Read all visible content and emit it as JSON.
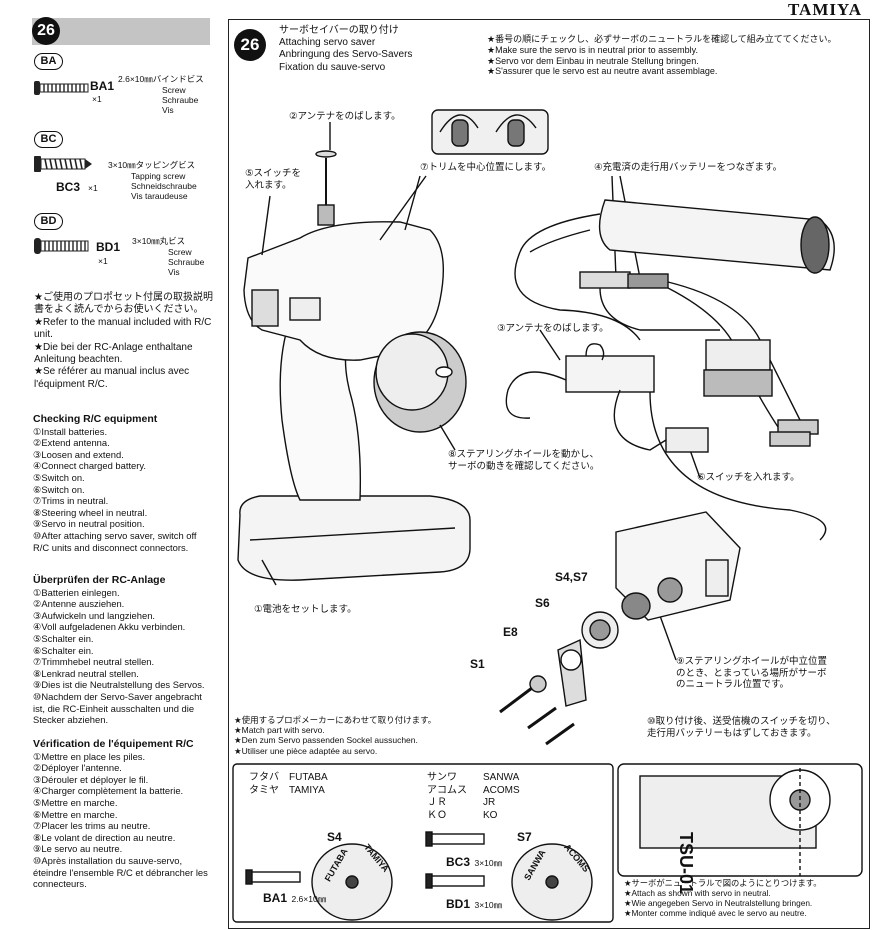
{
  "brand": "TAMIYA",
  "left": {
    "step": "26",
    "parts": [
      {
        "tag": "BA",
        "code": "BA1",
        "qty": "×1",
        "spec": "2.6×10㎜バインドビス",
        "names": [
          "Screw",
          "Schraube",
          "Vis"
        ]
      },
      {
        "tag": "BC",
        "code": "BC3",
        "qty": "×1",
        "spec": "3×10㎜タッピングビス",
        "names": [
          "Tapping screw",
          "Schneidschraube",
          "Vis taraudeuse"
        ]
      },
      {
        "tag": "BD",
        "code": "BD1",
        "qty": "×1",
        "spec": "3×10㎜丸ビス",
        "names": [
          "Screw",
          "Schraube",
          "Vis"
        ]
      }
    ],
    "notes": [
      "★ご使用のプロポセット付属の取扱説明書をよく読んでからお使いください。",
      "★Refer to the manual included with R/C unit.",
      "★Die bei der RC-Anlage enthaltane Anleitung beachten.",
      "★Se référer au manual inclus avec l'équipment R/C."
    ],
    "checks": [
      {
        "title": "Checking R/C equipment",
        "items": [
          "①Install batteries.",
          "②Extend antenna.",
          "③Loosen and extend.",
          "④Connect charged battery.",
          "⑤Switch on.",
          "⑥Switch on.",
          "⑦Trims in neutral.",
          "⑧Steering wheel in neutral.",
          "⑨Servo in neutral position.",
          "⑩After attaching servo saver, switch off R/C units and disconnect connectors."
        ]
      },
      {
        "title": "Überprüfen der RC-Anlage",
        "items": [
          "①Batterien einlegen.",
          "②Antenne ausziehen.",
          "③Aufwickeln und langziehen.",
          "④Voll aufgeladenen Akku verbinden.",
          "⑤Schalter ein.",
          "⑥Schalter ein.",
          "⑦Trimmhebel neutral stellen.",
          "⑧Lenkrad neutral stellen.",
          "⑨Dies ist die Neutralstellung des Servos.",
          "⑩Nachdem der Servo-Saver angebracht ist, die RC-Einheit ausschalten und die Stecker abziehen."
        ]
      },
      {
        "title": "Vérification de l'équipement R/C",
        "items": [
          "①Mettre en place les piles.",
          "②Déployer l'antenne.",
          "③Dérouler et déployer le fil.",
          "④Charger complètement la batterie.",
          "⑤Mettre en marche.",
          "⑥Mettre en marche.",
          "⑦Placer les trims au neutre.",
          "⑧Le volant de direction au neutre.",
          "⑨Le servo au neutre.",
          "⑩Après installation du sauve-servo, éteindre l'ensemble R/C et débrancher les connecteurs."
        ]
      }
    ]
  },
  "main": {
    "step": "26",
    "titles": [
      "サーボセイバーの取り付け",
      "Attaching servo saver",
      "Anbringung des Servo-Savers",
      "Fixation du sauve-servo"
    ],
    "top_notes": [
      "★番号の順にチェックし、必ずサーボのニュートラルを確認して組み立ててください。",
      "★Make sure the servo is in neutral prior to assembly.",
      "★Servo vor dem Einbau in neutrale Stellung bringen.",
      "★S'assurer que le servo est au neutre avant assemblage."
    ],
    "callouts": {
      "c2": "②アンテナをのばします。",
      "c5": [
        "⑤スイッチを",
        "入れます。"
      ],
      "c7": "⑦トリムを中心位置にします。",
      "c4": "④充電済の走行用バッテリーをつなぎます。",
      "c3": "③アンテナをのばします。",
      "c8": [
        "⑧ステアリングホイールを動かし、",
        "サーボの動きを確認してください。"
      ],
      "c6": "⑥スイッチを入れます。",
      "c1": "①電池をセットします。",
      "c9": [
        "⑨ステアリングホイールが中立位置",
        "のとき、とまっている場所がサーボ",
        "のニュートラル位置です。"
      ],
      "c10": [
        "⑩取り付け後、送受信機のスイッチを切り、",
        "走行用バッテリーもはずしておきます。"
      ]
    },
    "part_labels": {
      "s4s7": "S4,S7",
      "s6": "S6",
      "e8": "E8",
      "s1": "S1"
    },
    "match_notes": [
      "★使用するプロポメーカーにあわせて取り付けます。",
      "★Match part with servo.",
      "★Den zum Servo passenden Sockel aussuchen.",
      "★Utiliser une pièce adaptée au servo."
    ],
    "makers": {
      "left": [
        [
          "フタバ",
          "FUTABA"
        ],
        [
          "タミヤ",
          "TAMIYA"
        ]
      ],
      "right": [
        [
          "サンワ",
          "SANWA"
        ],
        [
          "アコムス",
          "ACOMS"
        ],
        [
          "ＪＲ",
          "JR"
        ],
        [
          "ＫＯ",
          "KO"
        ]
      ]
    },
    "bottom_parts": {
      "s4": "S4",
      "s7": "S7",
      "s4_text1": "FUTABA",
      "s4_text2": "TAMIYA",
      "s7_text1": "SANWA",
      "s7_text2": "ACOMS",
      "ba1": "BA1",
      "ba1_size": "2.6×10㎜",
      "bc3": "BC3",
      "bc3_size": "3×10㎜",
      "bd1": "BD1",
      "bd1_size": "3×10㎜"
    },
    "servo_box": {
      "label": "TSU-01"
    },
    "attach_notes": [
      "★サーボがニュートラルで図のようにとりつけます。",
      "★Attach as shown with servo in neutral.",
      "★Wie angegeben Servo in Neutralstellung bringen.",
      "★Monter comme indiqué avec le servo au neutre."
    ]
  }
}
